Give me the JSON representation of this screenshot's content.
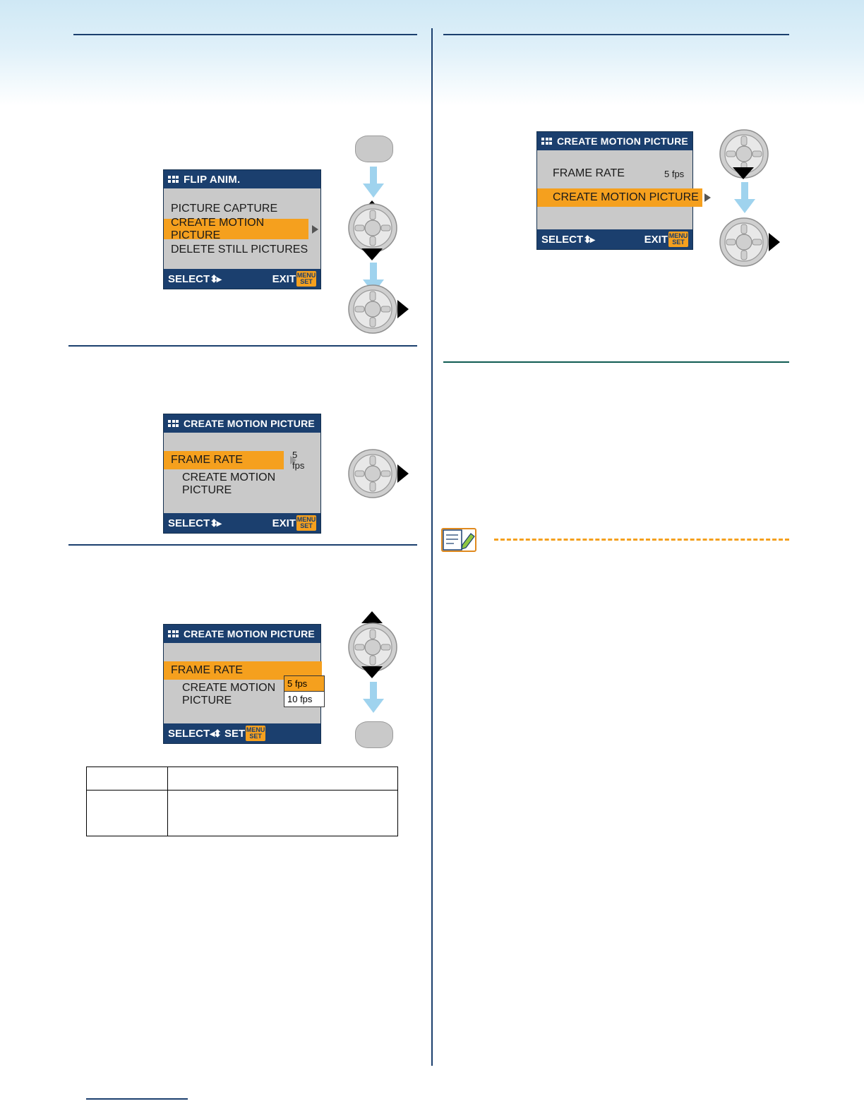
{
  "document": {
    "type": "camera-manual-page",
    "accent_orange": "#f5a01e",
    "navy": "#1b3f6e",
    "lcd_gray": "#c9c9c9",
    "arrow_blue": "#9fd3ee"
  },
  "screens": {
    "flip_anim": {
      "title": "FLIP ANIM.",
      "items": [
        {
          "label": "PICTURE CAPTURE",
          "highlight": false
        },
        {
          "label": "CREATE MOTION PICTURE",
          "highlight": true
        },
        {
          "label": "DELETE STILL PICTURES",
          "highlight": false
        }
      ],
      "footer_left": "SELECT",
      "footer_right": "EXIT",
      "menu_set": {
        "line1": "MENU",
        "line2": "SET"
      }
    },
    "create_motion_1": {
      "title": "CREATE MOTION PICTURE",
      "items": [
        {
          "label": "FRAME RATE",
          "value": "5 fps",
          "highlight": true
        },
        {
          "label": "CREATE MOTION PICTURE",
          "value": "",
          "highlight": false
        }
      ],
      "footer_left": "SELECT",
      "footer_right": "EXIT",
      "menu_set": {
        "line1": "MENU",
        "line2": "SET"
      }
    },
    "create_motion_2": {
      "title": "CREATE MOTION PICTURE",
      "items": [
        {
          "label": "FRAME RATE",
          "value": "5 fps",
          "highlight": true
        },
        {
          "label": "CREATE MOTION PICTURE",
          "value": "",
          "highlight": false
        }
      ],
      "dropdown": {
        "options": [
          "5 fps",
          "10 fps"
        ],
        "selected": "5 fps"
      },
      "footer_left": "SELECT",
      "footer_set": "SET",
      "menu_set": {
        "line1": "MENU",
        "line2": "SET"
      }
    },
    "create_motion_right": {
      "title": "CREATE MOTION PICTURE",
      "items": [
        {
          "label": "FRAME RATE",
          "value": "5 fps",
          "highlight": false
        },
        {
          "label": "CREATE MOTION PICTURE",
          "value": "",
          "highlight": true
        }
      ],
      "footer_left": "SELECT",
      "footer_right": "EXIT",
      "menu_set": {
        "line1": "MENU",
        "line2": "SET"
      }
    }
  },
  "table": {
    "rows": [
      {
        "cells": [
          "",
          ""
        ]
      },
      {
        "cells": [
          "",
          ""
        ]
      }
    ]
  }
}
